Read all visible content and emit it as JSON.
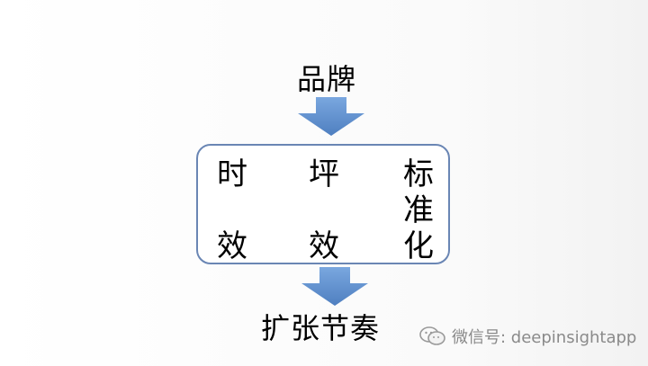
{
  "diagram": {
    "top_label": "品牌",
    "box_columns": [
      [
        "时",
        "效"
      ],
      [
        "坪",
        "效"
      ],
      [
        "标",
        "准",
        "化"
      ]
    ],
    "bottom_label": "扩张节奏"
  },
  "watermark": {
    "text": "微信号: deepinsightapp",
    "icon": "wechat-icon"
  },
  "colors": {
    "arrow": "#5b8fd1",
    "box_border": "#6a86b4",
    "watermark_text": "#8a8a8a"
  }
}
